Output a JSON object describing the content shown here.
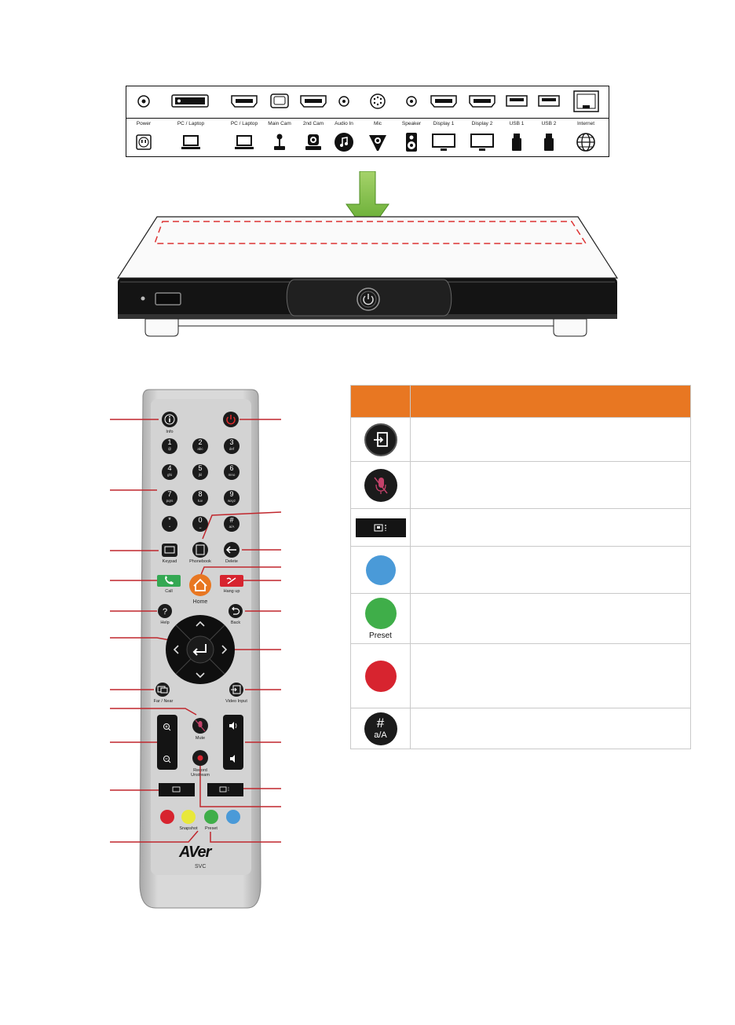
{
  "panel": {
    "ports": [
      {
        "label": "Power",
        "icon": "power-plug-icon"
      },
      {
        "label": "PC / Laptop",
        "icon": "laptop-icon"
      },
      {
        "label": "PC / Laptop",
        "icon": "laptop-icon"
      },
      {
        "label": "Main Cam",
        "icon": "main-camera-icon"
      },
      {
        "label": "2nd Cam",
        "icon": "second-camera-icon"
      },
      {
        "label": "Audio In",
        "icon": "music-note-icon"
      },
      {
        "label": "Mic",
        "icon": "microphone-pod-icon"
      },
      {
        "label": "Speaker",
        "icon": "speaker-icon"
      },
      {
        "label": "Display 1",
        "icon": "monitor-icon"
      },
      {
        "label": "Display 2",
        "icon": "monitor-icon"
      },
      {
        "label": "USB 1",
        "icon": "usb-stick-icon"
      },
      {
        "label": "USB 2",
        "icon": "usb-stick-icon"
      },
      {
        "label": "Internet",
        "icon": "globe-icon"
      }
    ]
  },
  "remote": {
    "brand": "AVer",
    "model": "SVC",
    "labels": {
      "info": "Info",
      "keypad": "Keypad",
      "phonebook": "Phonebook",
      "delete": "Delete",
      "call": "Call",
      "home": "Home",
      "hang_up": "Hang up",
      "help": "Help",
      "back": "Back",
      "far_near": "Far / Near",
      "video_input": "Video Input",
      "mute": "Mute",
      "record": "Record",
      "unstream": "Unstream",
      "snapshot": "Snapshot",
      "preset": "Preset"
    },
    "keys": [
      {
        "main": "1",
        "sub": "@"
      },
      {
        "main": "2",
        "sub": "abc"
      },
      {
        "main": "3",
        "sub": "def"
      },
      {
        "main": "4",
        "sub": "ghi"
      },
      {
        "main": "5",
        "sub": "jkl"
      },
      {
        "main": "6",
        "sub": "mno"
      },
      {
        "main": "7",
        "sub": "pqrs"
      },
      {
        "main": "8",
        "sub": "tuv"
      },
      {
        "main": "9",
        "sub": "wxyz"
      },
      {
        "main": "*",
        "sub": "•"
      },
      {
        "main": "0",
        "sub": "␣"
      },
      {
        "main": "#",
        "sub": "a/A"
      }
    ]
  },
  "table": {
    "rows": [
      {
        "icon": "video-input-icon"
      },
      {
        "icon": "mute-icon"
      },
      {
        "icon": "layout-icon"
      },
      {
        "icon": "blue-button-icon"
      },
      {
        "icon": "green-button-icon",
        "label": "Preset"
      },
      {
        "icon": "red-button-icon"
      },
      {
        "icon": "hash-key-icon",
        "main": "#",
        "sub": "a/A"
      }
    ]
  },
  "colors": {
    "accent_orange": "#e87722",
    "arrow_green": "#7cc242",
    "callout_red": "#c0272d",
    "blue_button": "#4a9ad8",
    "green_button": "#3fae49",
    "red_button": "#d7242f",
    "yellow_button": "#e8e83a"
  }
}
